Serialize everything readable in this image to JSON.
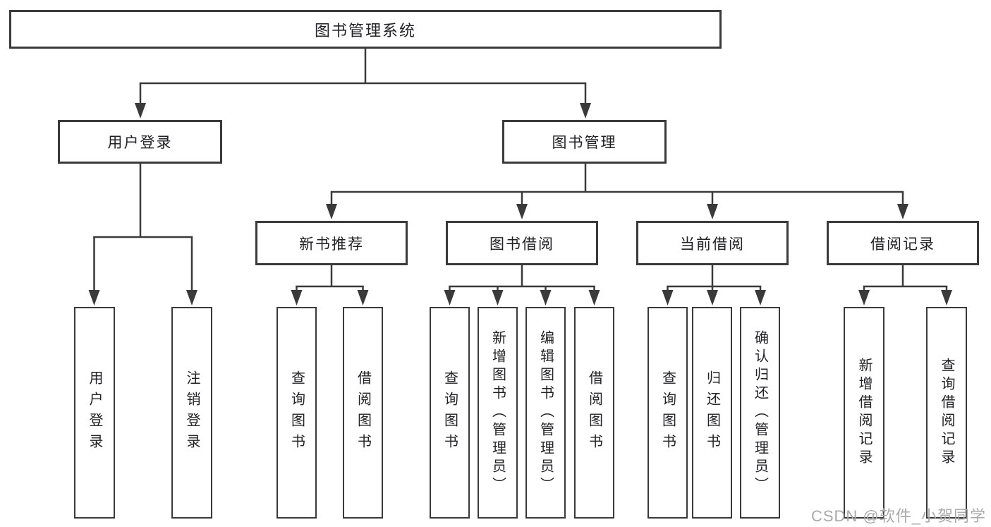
{
  "colors": {
    "line": "#3a3a3a",
    "box_border": "#3a3a3a",
    "text": "#222226",
    "watermark": "#a9a9a9",
    "background": "#ffffff"
  },
  "diagram": {
    "title": "图书管理系统",
    "level2": [
      {
        "label": "用户登录"
      },
      {
        "label": "图书管理"
      }
    ],
    "level3": [
      {
        "label": "新书推荐"
      },
      {
        "label": "图书借阅"
      },
      {
        "label": "当前借阅"
      },
      {
        "label": "借阅记录"
      }
    ],
    "leaves": {
      "user_login": [
        "用户登录",
        "注销登录"
      ],
      "new_book": [
        "查询图书",
        "借阅图书"
      ],
      "book_borrow": [
        "查询图书",
        "新增图书（管理员）",
        "编辑图书（管理员）",
        "借阅图书"
      ],
      "current_borrow": [
        "查询图书",
        "归还图书",
        "确认归还（管理员）"
      ],
      "borrow_record": [
        "新增借阅记录",
        "查询借阅记录"
      ]
    }
  },
  "watermark": "CSDN @软件_小贺同学"
}
